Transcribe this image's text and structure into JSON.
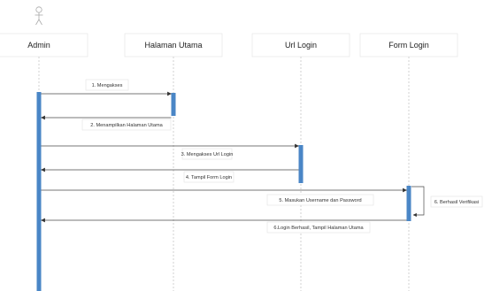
{
  "diagram": {
    "type": "sequence",
    "participants": [
      {
        "id": "admin",
        "label": "Admin",
        "actor": true
      },
      {
        "id": "halaman",
        "label": "Halaman Utama"
      },
      {
        "id": "url",
        "label": "Url Login"
      },
      {
        "id": "form",
        "label": "Form Login"
      }
    ],
    "messages": [
      {
        "id": "m1",
        "from": "admin",
        "to": "halaman",
        "label": "1. Mengakses",
        "kind": "sync"
      },
      {
        "id": "m2",
        "from": "halaman",
        "to": "admin",
        "label": "2. Menampilkan Halaman Utama",
        "kind": "return"
      },
      {
        "id": "m3",
        "from": "admin",
        "to": "url",
        "label": "3. Mengakses Url Login",
        "kind": "sync"
      },
      {
        "id": "m4",
        "from": "url",
        "to": "admin",
        "label": "4. Tampil Form Login",
        "kind": "return"
      },
      {
        "id": "m5",
        "from": "admin",
        "to": "form",
        "label": "5. Masukan Username dan Password",
        "kind": "sync"
      },
      {
        "id": "m6",
        "from": "form",
        "to": "form",
        "label": "6. Berhasil Verifikasi",
        "kind": "self"
      },
      {
        "id": "m7",
        "from": "form",
        "to": "admin",
        "label": "6.Login Berhasil, Tampil Halaman Utama",
        "kind": "return"
      }
    ],
    "colors": {
      "activation": "#4a86c6",
      "line": "#4a4a4a",
      "lifeline": "#bdbdbd",
      "box_border": "#e3e3e3"
    }
  }
}
